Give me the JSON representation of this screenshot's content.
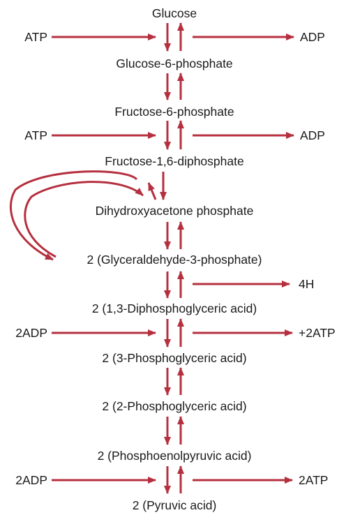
{
  "colors": {
    "arrow": "#b5303f",
    "text": "#1a1a1a"
  },
  "compounds": [
    "Glucose",
    "Glucose-6-phosphate",
    "Fructose-6-phosphate",
    "Fructose-1,6-diphosphate",
    "Dihydroxyacetone phosphate",
    "2 (Glyceraldehyde-3-phosphate)",
    "2 (1,3-Diphosphoglyceric acid)",
    "2 (3-Phosphoglyceric acid)",
    "2 (2-Phosphoglyceric acid)",
    "2 (Phosphoenolpyruvic acid)",
    "2 (Pyruvic acid)"
  ],
  "side_reactions": [
    {
      "input": "ATP",
      "output": "ADP"
    },
    {
      "input": "ATP",
      "output": "ADP"
    },
    {
      "output": "4H"
    },
    {
      "input": "2ADP",
      "output": "+2ATP"
    },
    {
      "input": "2ADP",
      "output": "2ATP"
    }
  ]
}
